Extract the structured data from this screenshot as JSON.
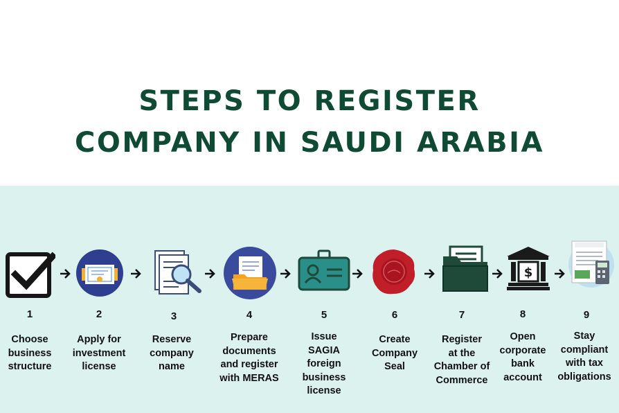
{
  "title": {
    "line1": "STEPS TO REGISTER",
    "line2": "COMPANY IN SAUDI ARABIA"
  },
  "steps": [
    {
      "number": "1",
      "label": "Choose\nbusiness\nstructure",
      "icon": "checkbox-icon"
    },
    {
      "number": "2",
      "label": "Apply for\ninvestment\nlicense",
      "icon": "certificate-icon"
    },
    {
      "number": "3",
      "label": "Reserve\ncompany\nname",
      "icon": "document-search-icon"
    },
    {
      "number": "4",
      "label": "Prepare\ndocuments\nand register\nwith MERAS",
      "icon": "folder-icon"
    },
    {
      "number": "5",
      "label": "Issue\nSAGIA\nforeign\nbusiness\nlicense",
      "icon": "id-badge-icon"
    },
    {
      "number": "6",
      "label": "Create\nCompany\nSeal",
      "icon": "wax-seal-icon"
    },
    {
      "number": "7",
      "label": "Register\nat the\nChamber of\nCommerce",
      "icon": "file-folder-icon"
    },
    {
      "number": "8",
      "label": "Open\ncorporate\nbank\naccount",
      "icon": "bank-icon"
    },
    {
      "number": "9",
      "label": "Stay\ncompliant\nwith tax\nobligations",
      "icon": "tax-form-icon"
    }
  ],
  "colors": {
    "title": "#0f4a34",
    "band": "#dcf2ef",
    "dark_green": "#1f4a3a",
    "navy_circle": "#2f3f8f",
    "teal": "#2a8f88",
    "seal_red": "#c01f2a"
  }
}
